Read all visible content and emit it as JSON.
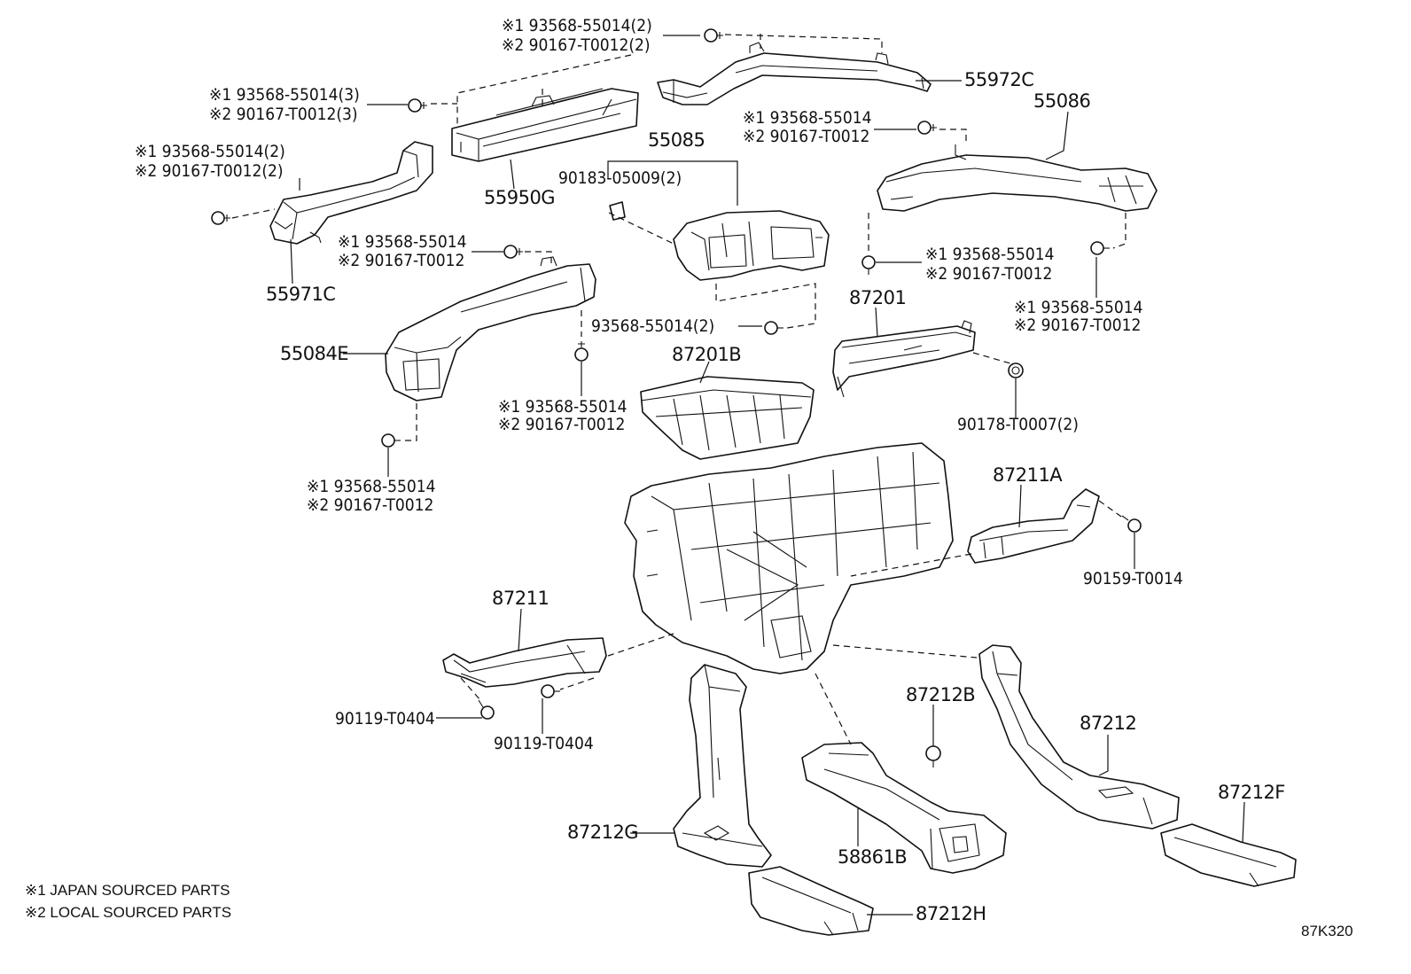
{
  "labels": {
    "l55972c": "55972C",
    "l55086": "55086",
    "l55085": "55085",
    "l55950g": "55950G",
    "l55971c": "55971C",
    "l55084e": "55084E",
    "l87201": "87201",
    "l87201b": "87201B",
    "l87211a": "87211A",
    "l87211": "87211",
    "l87212b": "87212B",
    "l87212": "87212",
    "l87212f": "87212F",
    "l87212g": "87212G",
    "l58861b": "58861B",
    "l87212h": "87212H",
    "l90183": "90183-05009(2)",
    "l93568_2b": "93568-55014(2)",
    "l90178": "90178-T0007(2)",
    "l90159": "90159-T0014",
    "l90119a": "90119-T0404",
    "l90119b": "90119-T0404"
  },
  "callouts": {
    "top": {
      "j": "※1  93568-55014(2)",
      "l": "※2  90167-T0012(2)"
    },
    "left3": {
      "j": "※1  93568-55014(3)",
      "l": "※2  90167-T0012(3)"
    },
    "left2": {
      "j": "※1  93568-55014(2)",
      "l": "※2  90167-T0012(2)"
    },
    "mid1": {
      "j": "※1  93568-55014",
      "l": "※2  90167-T0012"
    },
    "r55086": {
      "j": "※1  93568-55014",
      "l": "※2  90167-T0012"
    },
    "r55086b": {
      "j": "※1  93568-55014",
      "l": "※2  90167-T0012"
    },
    "rright": {
      "j": "※1  93568-55014",
      "l": "※2  90167-T0012"
    },
    "c55084": {
      "j": "※1  93568-55014",
      "l": "※2  90167-T0012"
    },
    "b55084": {
      "j": "※1  93568-55014",
      "l": "※2  90167-T0012"
    }
  },
  "legend": {
    "j": "※1   JAPAN SOURCED PARTS",
    "l": "※2   LOCAL SOURCED PARTS"
  },
  "diagram_code": "87K320"
}
